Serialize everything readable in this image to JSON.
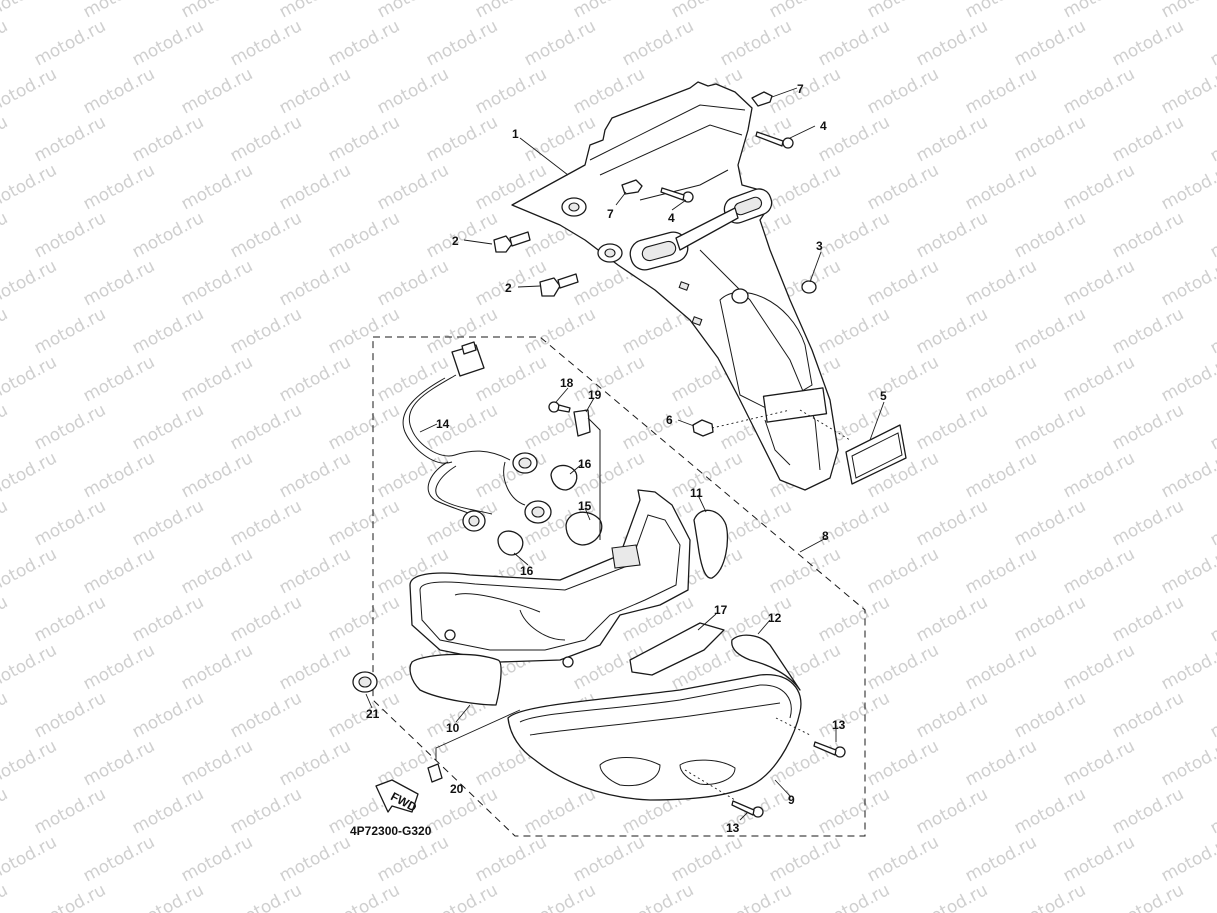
{
  "watermark": {
    "text": "motod.ru",
    "color": "#cfcfcf"
  },
  "diagram": {
    "code": "4P72300-G320",
    "fwd_label": "FWD",
    "callouts": [
      {
        "id": "c1",
        "label": "1"
      },
      {
        "id": "c2a",
        "label": "2"
      },
      {
        "id": "c2b",
        "label": "2"
      },
      {
        "id": "c3",
        "label": "3"
      },
      {
        "id": "c4a",
        "label": "4"
      },
      {
        "id": "c4b",
        "label": "4"
      },
      {
        "id": "c5",
        "label": "5"
      },
      {
        "id": "c6",
        "label": "6"
      },
      {
        "id": "c7a",
        "label": "7"
      },
      {
        "id": "c7b",
        "label": "7"
      },
      {
        "id": "c8",
        "label": "8"
      },
      {
        "id": "c9",
        "label": "9"
      },
      {
        "id": "c10",
        "label": "10"
      },
      {
        "id": "c11",
        "label": "11"
      },
      {
        "id": "c12",
        "label": "12"
      },
      {
        "id": "c13a",
        "label": "13"
      },
      {
        "id": "c13b",
        "label": "13"
      },
      {
        "id": "c14",
        "label": "14"
      },
      {
        "id": "c15",
        "label": "15"
      },
      {
        "id": "c16a",
        "label": "16"
      },
      {
        "id": "c16b",
        "label": "16"
      },
      {
        "id": "c17",
        "label": "17"
      },
      {
        "id": "c18",
        "label": "18"
      },
      {
        "id": "c19",
        "label": "19"
      },
      {
        "id": "c20",
        "label": "20"
      },
      {
        "id": "c21",
        "label": "21"
      }
    ]
  }
}
